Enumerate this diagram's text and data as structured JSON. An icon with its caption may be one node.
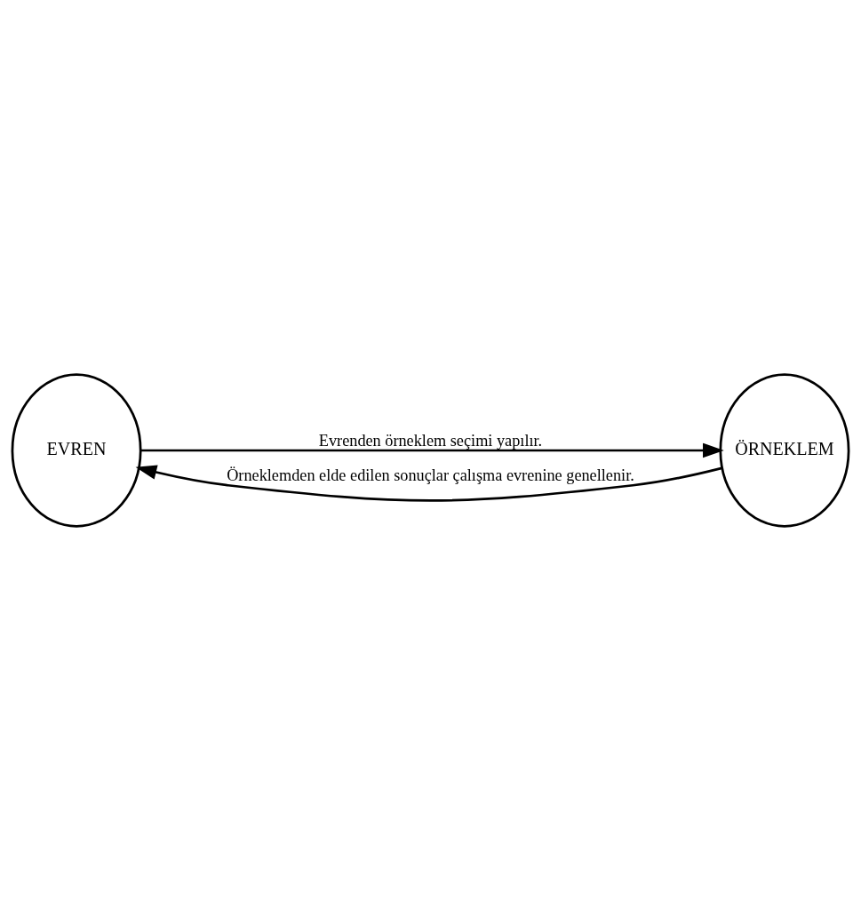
{
  "diagram": {
    "nodes": [
      {
        "text": [
          "EVREN"
        ]
      },
      {
        "text": [
          "ÖRNEKLEM"
        ]
      }
    ],
    "edges": [
      {
        "from": 0,
        "to": 1,
        "arrow": "to",
        "label": "Evrenden örneklem seçimi yapılır."
      },
      {
        "from": 1,
        "to": 0,
        "arrow": "to",
        "label": "Örneklemden elde edilen sonuçlar çalışma evrenine genellenir."
      }
    ]
  }
}
